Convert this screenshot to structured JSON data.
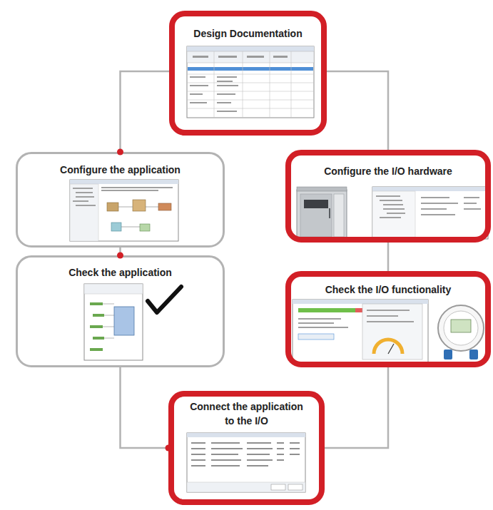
{
  "diagram": {
    "nodes": [
      {
        "text": [
          "Design Documentation"
        ]
      },
      {
        "text": [
          "Configure the application"
        ]
      },
      {
        "text": [
          "Configure the I/O hardware"
        ]
      },
      {
        "text": [
          "Check the application"
        ]
      },
      {
        "text": [
          "Check the I/O functionality"
        ]
      },
      {
        "text": [
          "Connect the application to the I/O"
        ]
      }
    ],
    "edges": [
      {
        "from": 0,
        "to": 1,
        "arrow": "none"
      },
      {
        "from": 1,
        "to": 3,
        "arrow": "none"
      },
      {
        "from": 3,
        "to": 5,
        "arrow": "none"
      },
      {
        "from": 0,
        "to": 2,
        "arrow": "none"
      },
      {
        "from": 2,
        "to": 4,
        "arrow": "none"
      },
      {
        "from": 4,
        "to": 5,
        "arrow": "none"
      }
    ]
  }
}
